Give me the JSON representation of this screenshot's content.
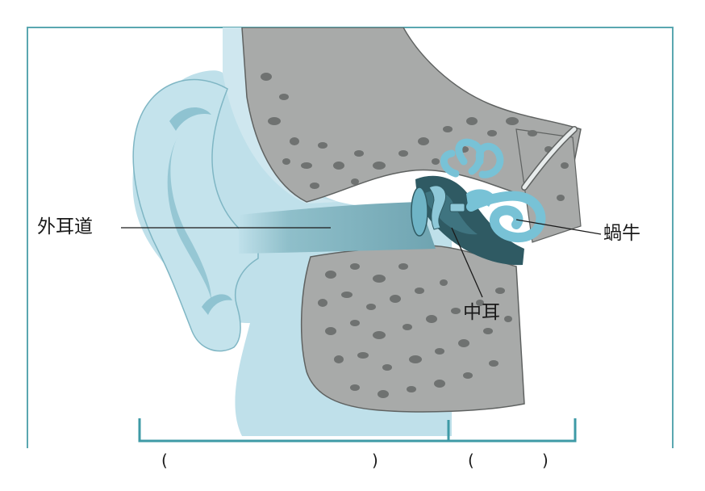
{
  "labels": {
    "outer_canal": "外耳道",
    "cochlea": "蝸牛",
    "middle_ear": "中耳"
  },
  "answer_blanks": {
    "left_open": "(",
    "left_close": ")",
    "right_open": "(",
    "right_close": ")"
  },
  "colors": {
    "frame": "#5aa7b0",
    "skin": "#bfe0ea",
    "skin_dark": "#8cc4d2",
    "bone": "#a8aaa9",
    "bone_hole": "#6f7271",
    "canal": "#7fb3c0",
    "middle_ear_dark": "#2f5a63",
    "inner_ear": "#78c2d6",
    "bracket": "#3e9aa6"
  }
}
